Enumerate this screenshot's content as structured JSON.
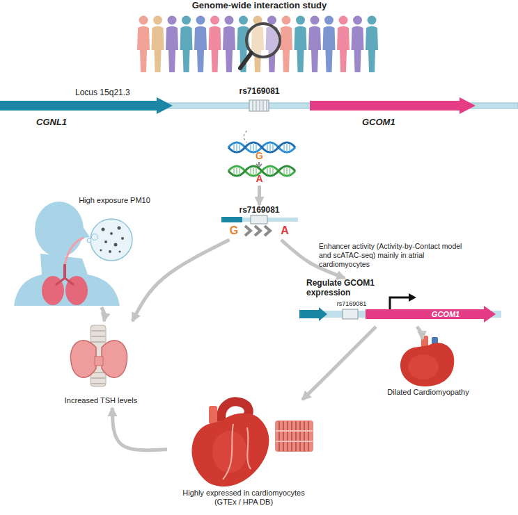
{
  "diagram": {
    "nodes": [
      {
        "text": [
          "Genome-wide interaction study"
        ]
      },
      {
        "text": [
          "Locus 15q21.3",
          "rs7169081",
          "CGNL1",
          "GCOM1"
        ]
      },
      {
        "text": [
          "G",
          "A"
        ]
      },
      {
        "text": [
          "rs7169081",
          "G",
          "A"
        ]
      },
      {
        "text": [
          "High exposure PM10"
        ]
      },
      {
        "text": [
          "Increased TSH levels"
        ]
      },
      {
        "text": [
          "Regulate GCOM1 expression",
          "rs7169081",
          "GCOM1"
        ]
      },
      {
        "text": [
          "Highly expressed in cardiomyocytes (GTEx / HPA DB)"
        ]
      },
      {
        "text": [
          "Dilated Cardiomyopathy"
        ]
      }
    ],
    "edges": [
      {
        "from": 1,
        "to": 2,
        "arrow": "none"
      },
      {
        "from": 2,
        "to": 3,
        "arrow": "to"
      },
      {
        "from": 4,
        "to": 5,
        "arrow": "to"
      },
      {
        "from": 3,
        "to": 5,
        "arrow": "to"
      },
      {
        "from": 3,
        "to": 6,
        "arrow": "to",
        "label": "Enhancer activity (Activity-by-Contact model and scATAC-seq) mainly in atrial cardiomyocytes"
      },
      {
        "from": 6,
        "to": 7,
        "arrow": "to"
      },
      {
        "from": 6,
        "to": 8,
        "arrow": "to"
      },
      {
        "from": 7,
        "to": 5,
        "arrow": "to"
      }
    ]
  }
}
